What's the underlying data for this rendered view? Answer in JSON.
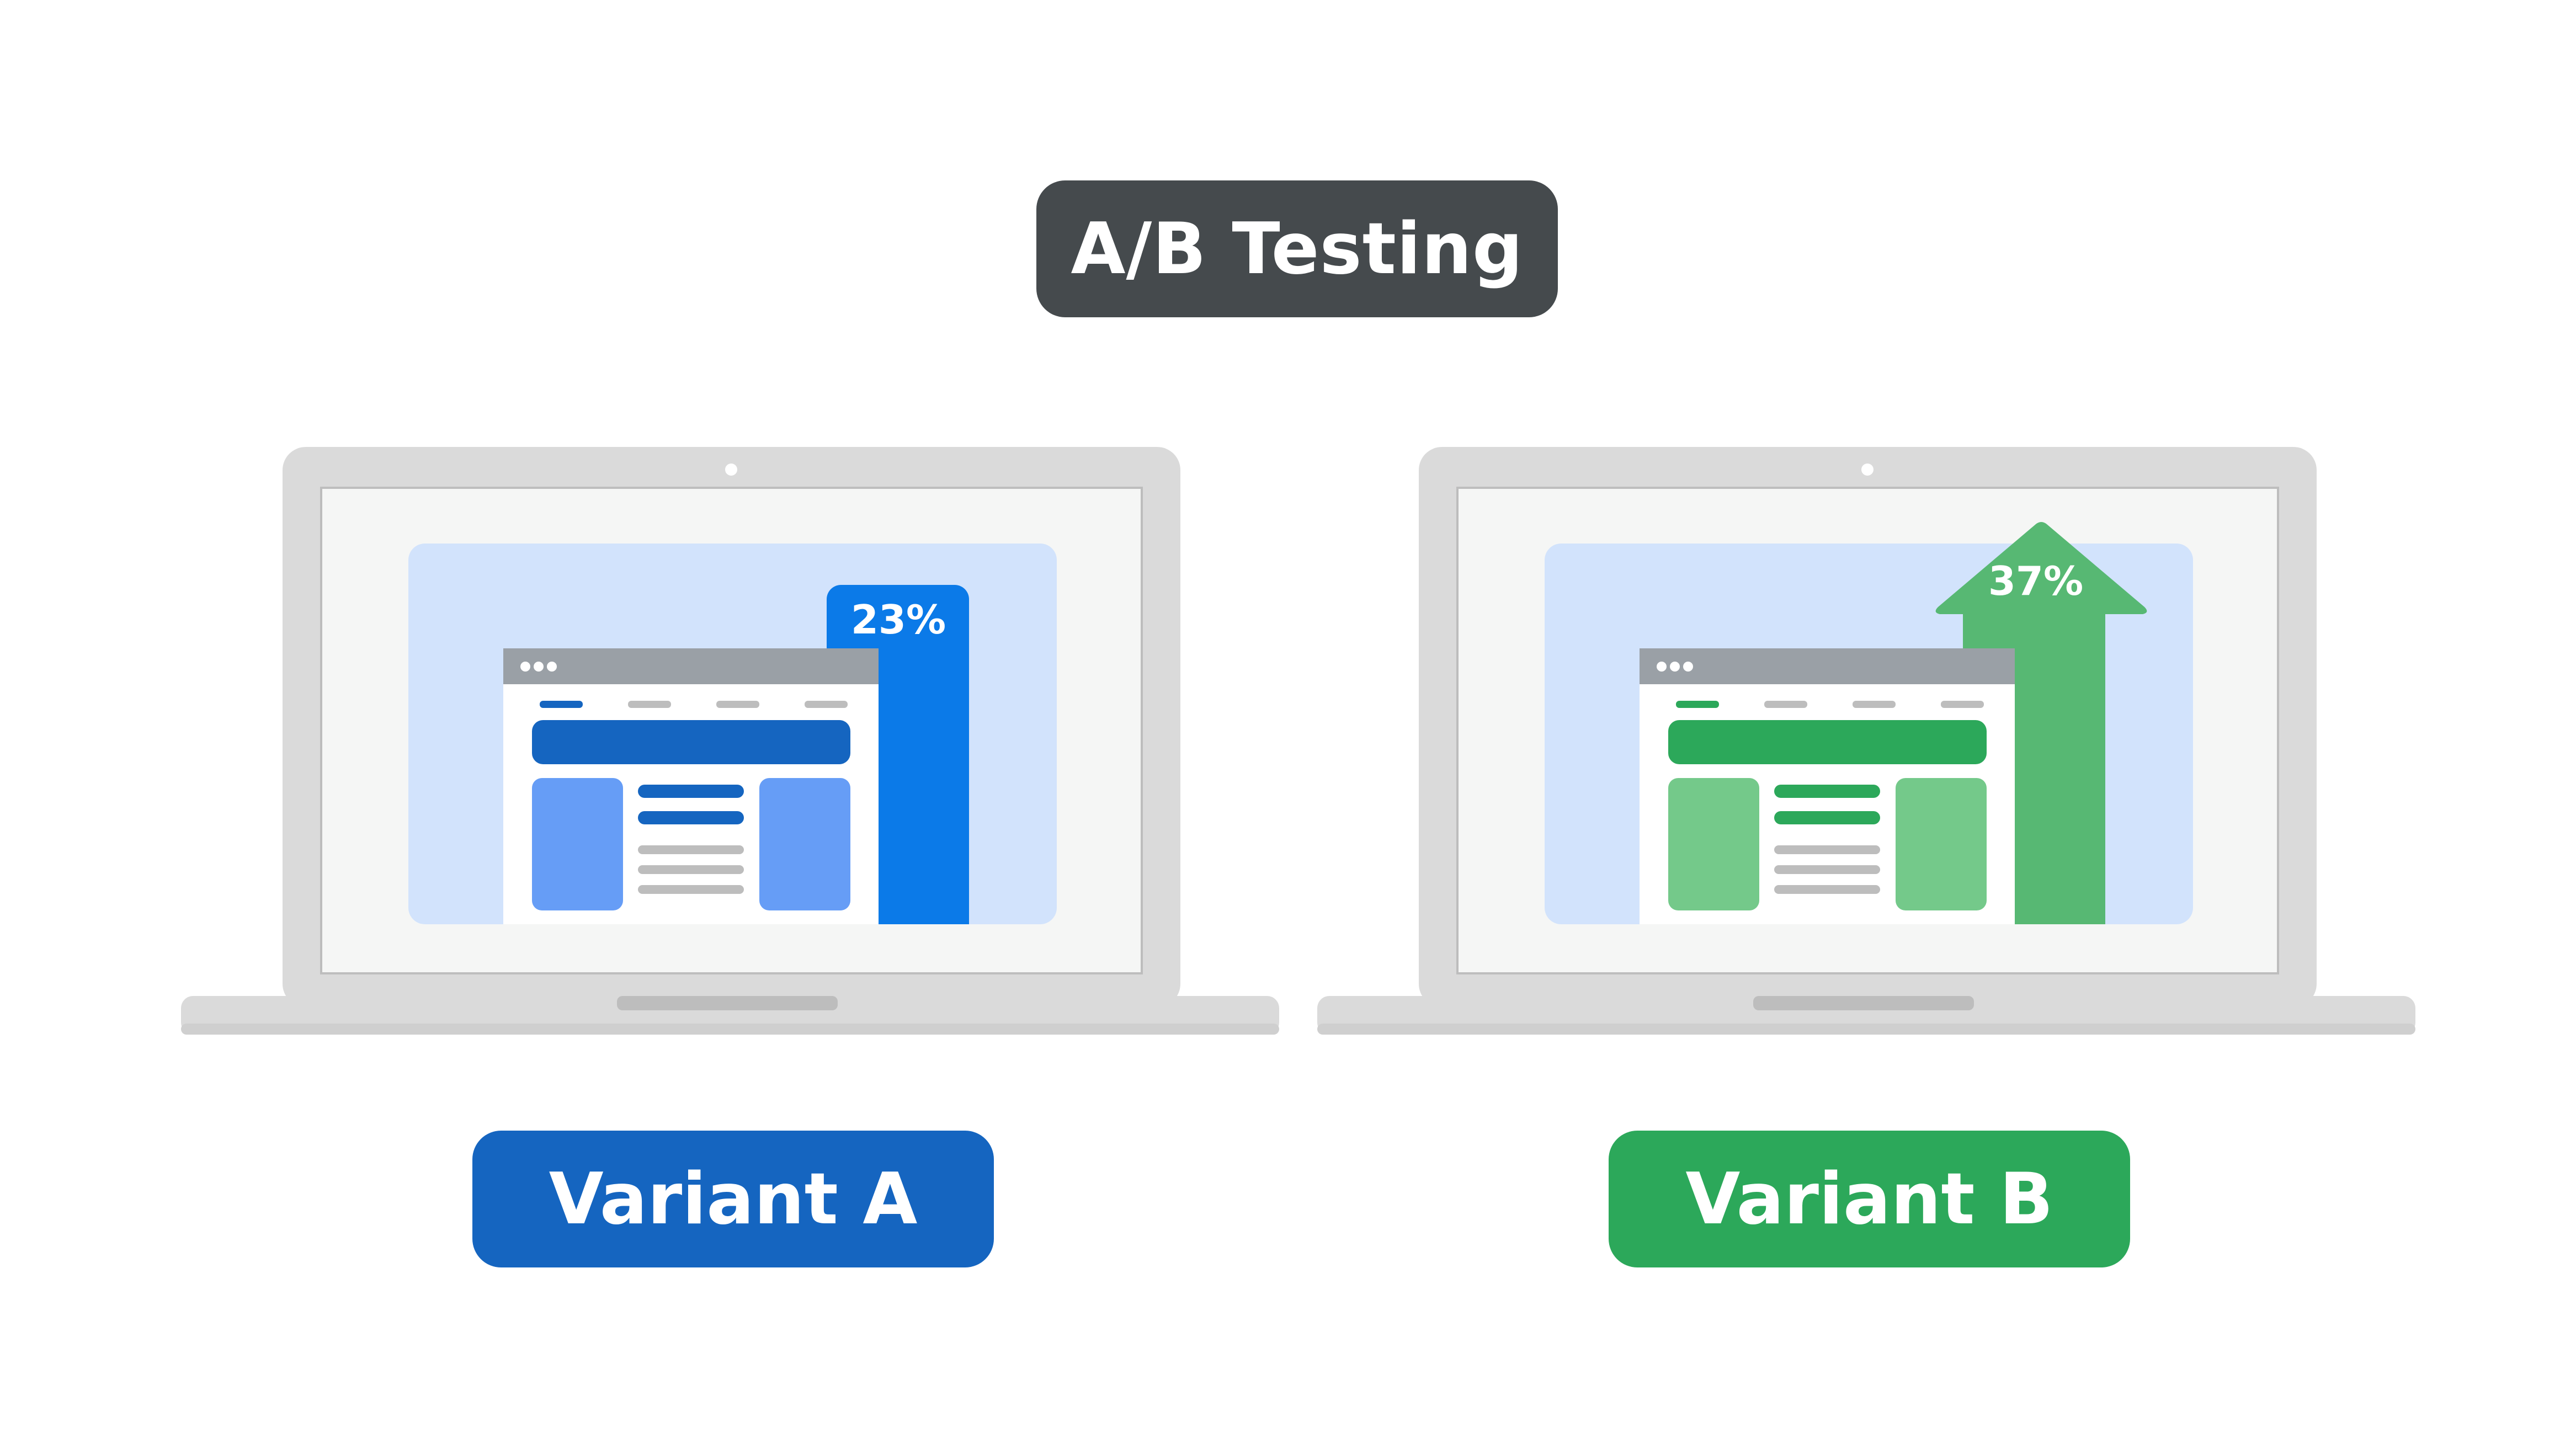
{
  "title": "A/B Testing",
  "variants": [
    {
      "label": "Variant A",
      "metric": "23%",
      "accent": "#1565c0",
      "bar_color": "#0b7ae8",
      "panel_color": "#669df6",
      "hero_color": "#1565c0"
    },
    {
      "label": "Variant B",
      "metric": "37%",
      "accent": "#2ca85a",
      "bar_color": "#57b873",
      "panel_color": "#74c98a",
      "hero_color": "#2ca85a"
    }
  ],
  "colors": {
    "title_pill": "#454a4d",
    "laptop_body": "#dadada",
    "screen_bg": "#f5f6f5",
    "backdrop": "#d2e3fc",
    "browser_bar": "#9aa0a6"
  }
}
